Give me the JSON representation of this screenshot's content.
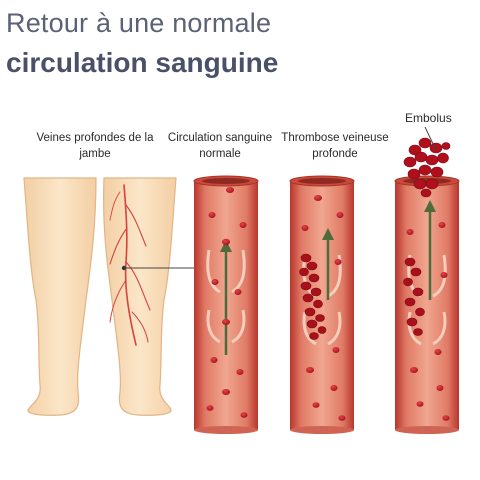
{
  "header": {
    "title_line1": "Retour à une normale",
    "title_line2": "circulation sanguine"
  },
  "captions": {
    "legs": "Veines profondes de la jambe",
    "normal": "Circulation sanguine normale",
    "thrombose": "Thrombose veineuse profonde",
    "embolus": "Embolus"
  },
  "colors": {
    "title": "#5b6276",
    "skin": "#f9dfbd",
    "skin_outline": "#e6b98a",
    "vein": "#d63b3b",
    "vessel_wall": "#c4443a",
    "vessel_inner": "#e88b74",
    "blood_cell": "#b3101c",
    "flow_arrow": "#4f6b3c"
  },
  "icons": [
    "leg-illustration",
    "vein-pointer-line",
    "flow-arrow",
    "valve-shape",
    "clot-shape",
    "embolus-clump"
  ]
}
